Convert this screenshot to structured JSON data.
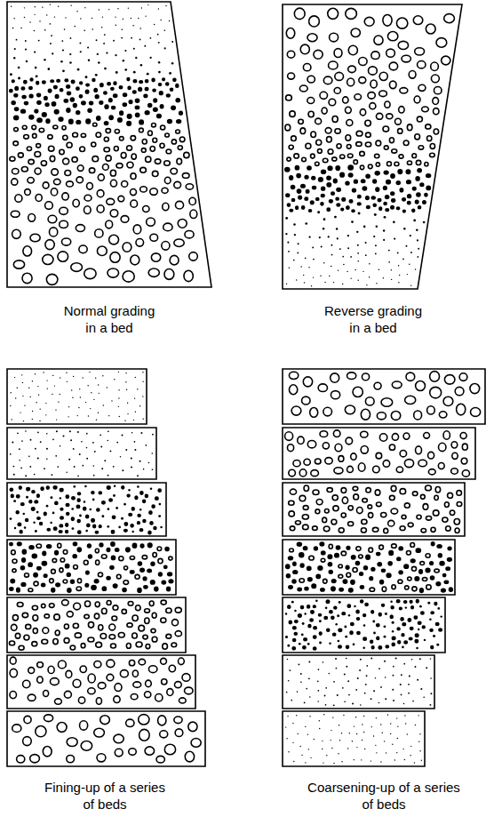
{
  "diagram": {
    "labels": [
      "Normal grading in a bed",
      "Reverse grading in a bed",
      "Fining-up of a series of beds",
      "Coarsening-up of a series of beds"
    ]
  }
}
